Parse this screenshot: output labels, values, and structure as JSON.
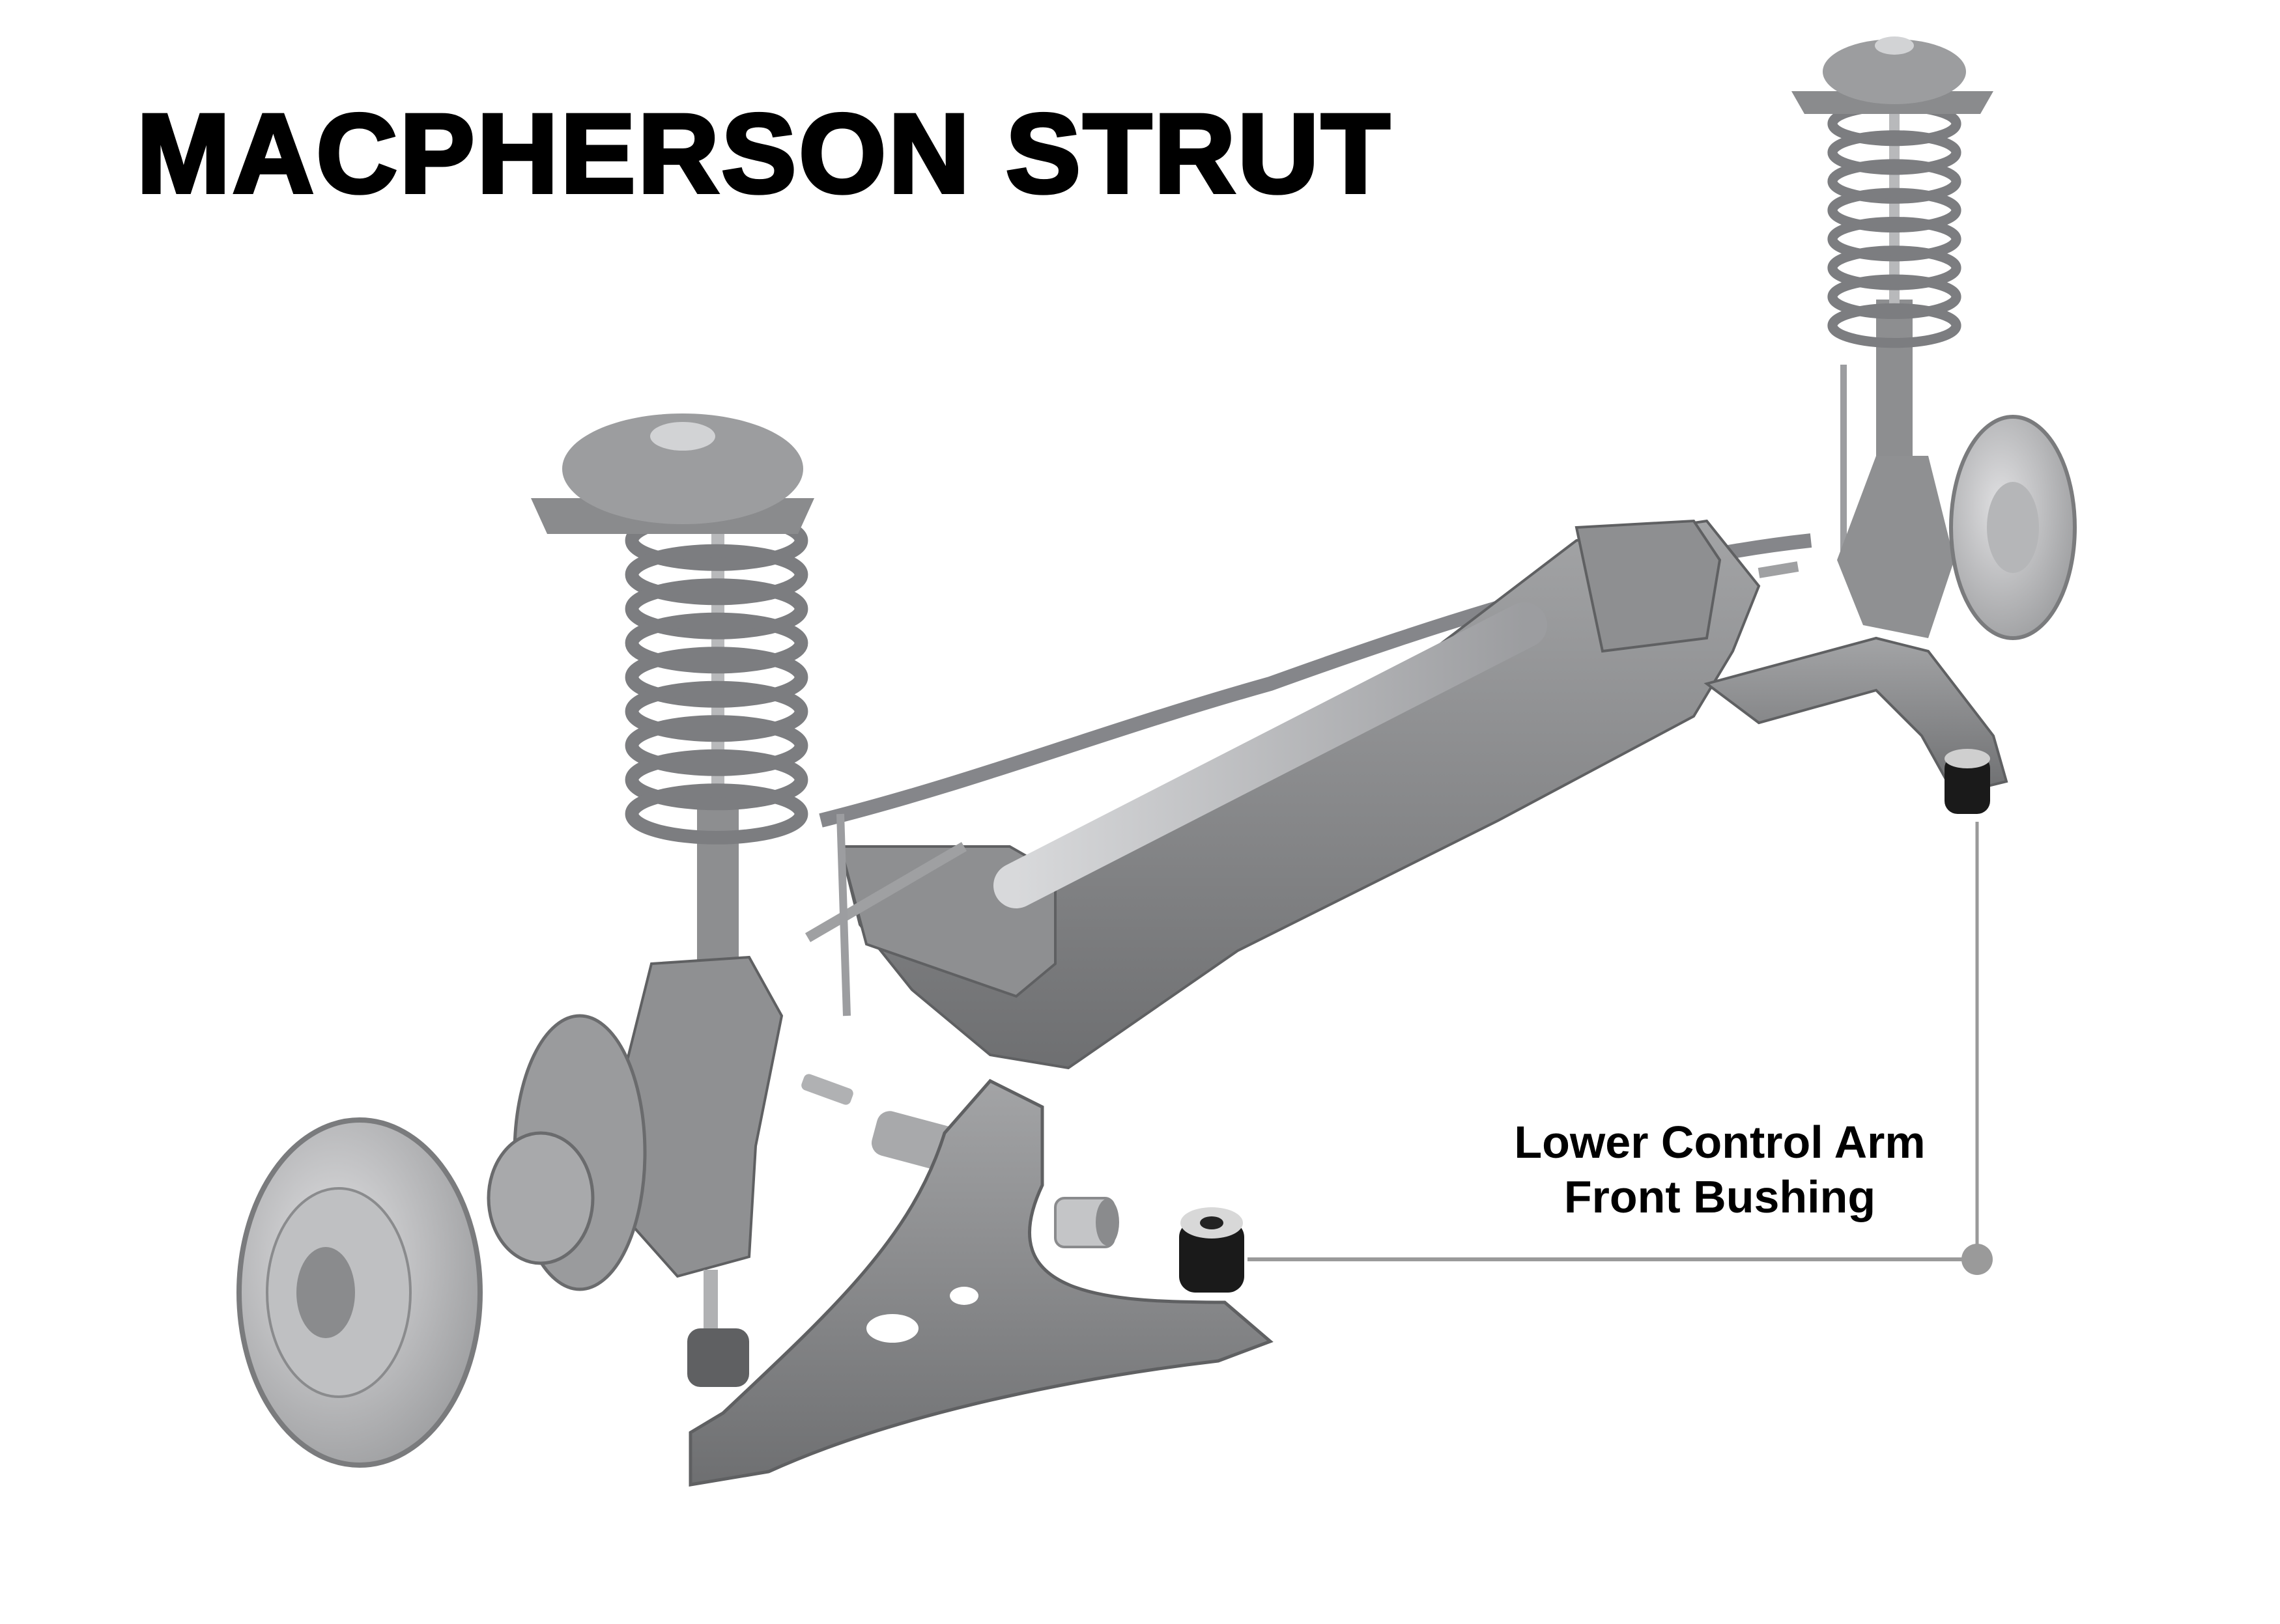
{
  "title": "MACPHERSON STRUT",
  "callout": {
    "line1": "Lower Control Arm",
    "line2": "Front Bushing"
  },
  "colors": {
    "part_grey": "#8c8c8e",
    "part_dark": "#5f6062",
    "part_light": "#c9cacc",
    "bushing": "#1a1a1a",
    "leader_line": "#9a9a9a"
  }
}
